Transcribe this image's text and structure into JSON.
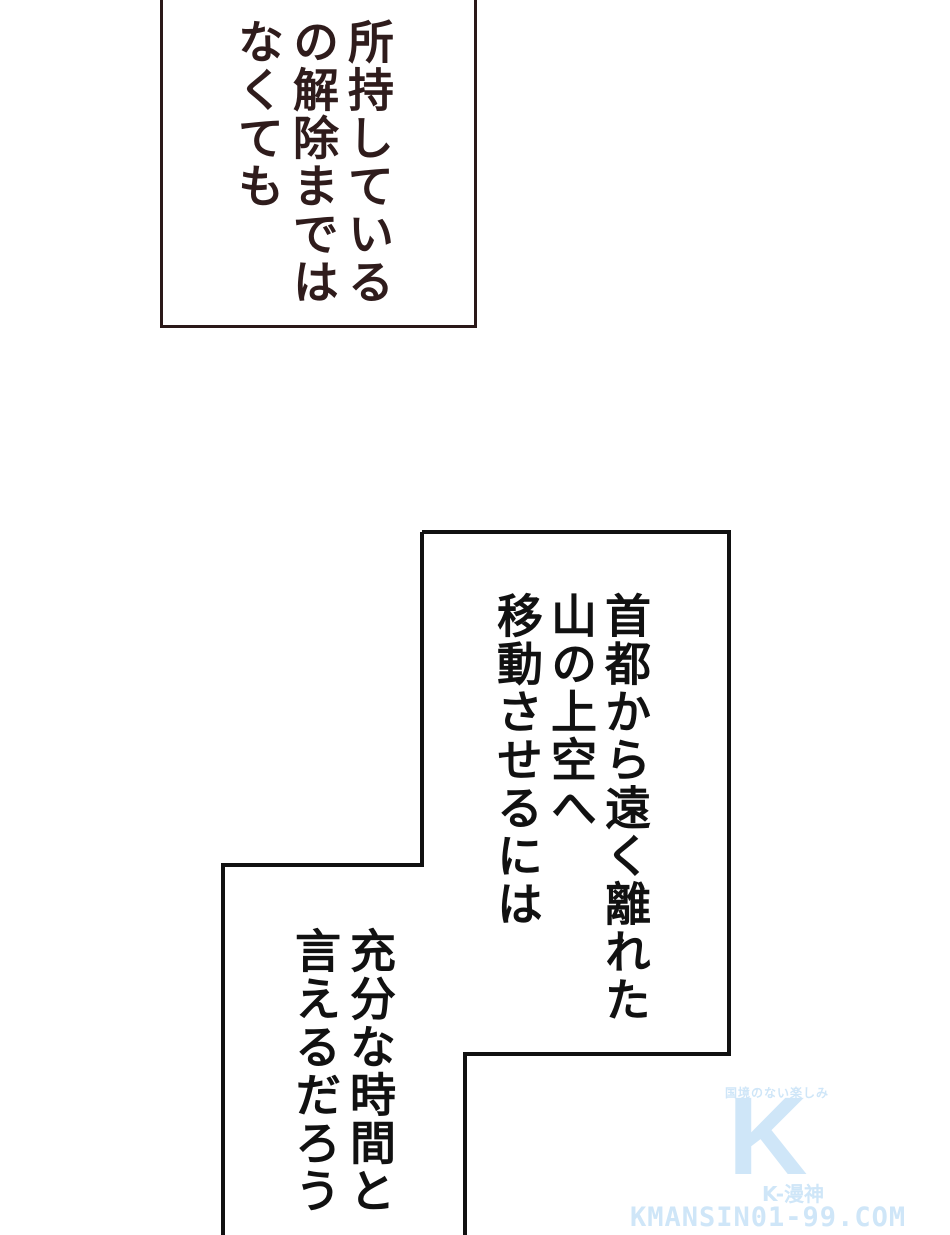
{
  "panel1": {
    "lines": [
      "…所持している",
      "…の解除までは",
      "…なくても"
    ],
    "visible": [
      "所持している",
      "の解除までは",
      "なくても"
    ],
    "border_color": "#2a1818"
  },
  "panel2": {
    "lines": [
      "首都から遠く離れた",
      "山の上空へ",
      "移動させるには"
    ]
  },
  "panel3": {
    "lines": [
      "充分な時間と",
      "言えるだろう"
    ]
  },
  "watermark": {
    "tagline": "国境のない楽しみ",
    "logo": "K",
    "name": "K-漫神",
    "url": "KMANSIN01-99.COM",
    "color": "#cfe6f8"
  }
}
